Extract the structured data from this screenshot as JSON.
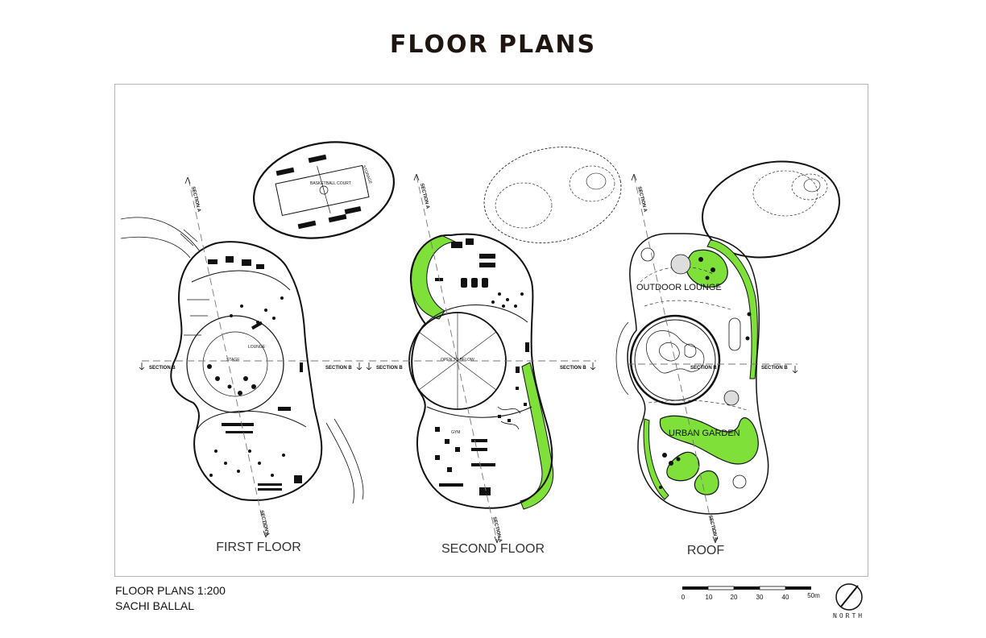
{
  "header": {
    "title": "FLOOR PLANS"
  },
  "plans": [
    {
      "label": "FIRST FLOOR",
      "annotations": [
        "SECTION A",
        "SECTION B",
        "SECTION B",
        "SECTION A",
        "STAGE",
        "LOUNGE"
      ]
    },
    {
      "label": "SECOND FLOOR",
      "annotations": [
        "SECTION A",
        "SECTION B",
        "SECTION B",
        "SECTION A",
        "OPEN TO BELOW",
        "GYM"
      ]
    },
    {
      "label": "ROOF",
      "annotations": [
        "SECTION A",
        "SECTION B",
        "SECTION B",
        "SECTION A",
        "OUTDOOR LOUNGE",
        "URBAN GARDEN"
      ]
    }
  ],
  "court": {
    "label": "BASKETBALL COURT",
    "storage_label": "STORAGE"
  },
  "footer": {
    "scale_label": "FLOOR PLANS 1:200",
    "author": "SACHI BALLAL"
  },
  "scale_bar": {
    "ticks": [
      "0",
      "10",
      "20",
      "30",
      "40",
      "50m"
    ]
  },
  "north_label": "NORTH",
  "colors": {
    "title": "#1f1510",
    "greenery": "#7fe03a",
    "linework": "#111111",
    "frame": "#b5b5b5"
  }
}
